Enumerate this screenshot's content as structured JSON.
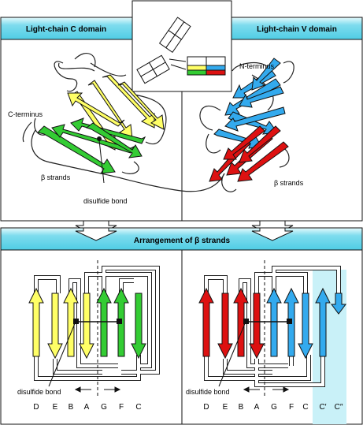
{
  "headers": {
    "c_domain": "Light-chain C domain",
    "v_domain": "Light-chain V domain",
    "arrangement": "Arrangement of β strands"
  },
  "labels": {
    "c_terminus": "C-terminus",
    "n_terminus": "N-terminus",
    "beta_strands_left": "β strands",
    "beta_strands_right": "β strands",
    "disulfide_top": "disulfide bond",
    "disulfide_bottom_left": "disulfide bond",
    "disulfide_bottom_right": "disulfide bond"
  },
  "strand_letters_c": [
    "D",
    "E",
    "B",
    "A",
    "G",
    "F",
    "C"
  ],
  "strand_letters_v": [
    "D",
    "E",
    "B",
    "A",
    "G",
    "F",
    "C",
    "C′",
    "C″"
  ],
  "colors": {
    "header_bg": "#5fd3e8",
    "header_highlight": "#e6f9fc",
    "yellow": "#ffff66",
    "green": "#33cc33",
    "blue": "#33aaee",
    "red": "#dd1111",
    "cprime_panel": "#c9f1f8",
    "panel_border": "#111111"
  }
}
